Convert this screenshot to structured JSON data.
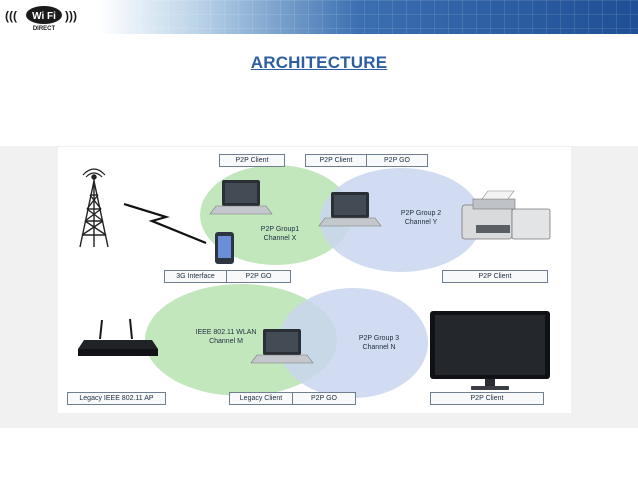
{
  "logo": {
    "line1": "Wi Fi",
    "line2": "DIRECT",
    "waves_left": "(((",
    "waves_right": ")))"
  },
  "title": "ARCHITECTURE",
  "diagram": {
    "labels": {
      "p2p_client_top": "P2P Client",
      "p2p_client_top2": "P2P Client",
      "p2p_go_top": "P2P GO",
      "interface_3g": "3G Interface",
      "p2p_go_group1": "P2P GO",
      "p2p_client_printer": "P2P Client",
      "legacy_ap": "Legacy IEEE 802.11 AP",
      "legacy_client": "Legacy Client",
      "p2p_go_group3": "P2P GO",
      "p2p_client_monitor": "P2P Client"
    },
    "groups": {
      "group1_line1": "P2P Group1",
      "group1_line2": "Channel X",
      "group2_line1": "P2P Group 2",
      "group2_line2": "Channel Y",
      "wlan_line1": "IEEE 802.11 WLAN",
      "wlan_line2": "Channel M",
      "group3_line1": "P2P Group 3",
      "group3_line2": "Channel N"
    },
    "colors": {
      "green_ellipse": "#b9e3b2",
      "blue_ellipse": "#c9d5ee",
      "title_blue": "#2d5fa0"
    }
  }
}
